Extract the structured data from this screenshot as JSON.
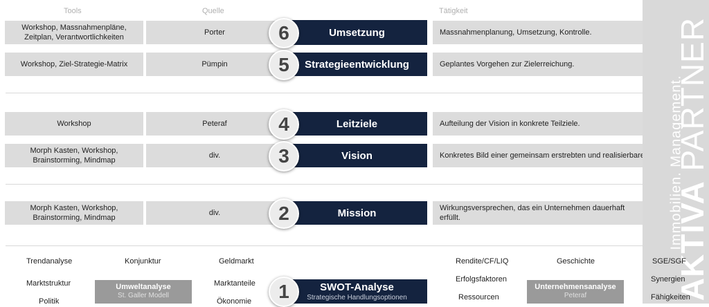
{
  "headers": {
    "tools": "Tools",
    "source": "Quelle",
    "activity": "Tätigkeit"
  },
  "rows": [
    {
      "num": "6",
      "step": "Umsetzung",
      "tools": "Workshop, Massnahmenpläne,\nZeitplan, Verantwortlichkeiten",
      "source": "Porter",
      "activity": "Massnahmenplanung, Umsetzung, Kontrolle."
    },
    {
      "num": "5",
      "step": "Strategieentwicklung",
      "tools": "Workshop, Ziel-Strategie-Matrix",
      "source": "Pümpin",
      "activity": "Geplantes Vorgehen zur Zielerreichung."
    },
    {
      "num": "4",
      "step": "Leitziele",
      "tools": "Workshop",
      "source": "Peteraf",
      "activity": "Aufteilung der Vision in konkrete Teilziele."
    },
    {
      "num": "3",
      "step": "Vision",
      "tools": "Morph Kasten, Workshop,\nBrainstorming, Mindmap",
      "source": "div.",
      "activity": "Konkretes Bild einer gemeinsam erstrebten und realisierbaren Zukunft."
    },
    {
      "num": "2",
      "step": "Mission",
      "tools": "Morph Kasten, Workshop,\nBrainstorming, Mindmap",
      "source": "div.",
      "activity": "Wirkungsversprechen, das ein Unternehmen dauerhaft erfüllt."
    }
  ],
  "swot": {
    "num": "1",
    "title": "SWOT-Analyse",
    "subtitle": "Strategische Handlungsoptionen",
    "environment": {
      "title": "Umweltanalyse",
      "subtitle": "St. Galler Modell"
    },
    "company": {
      "title": "Unternehmensanalyse",
      "subtitle": "Peteraf"
    },
    "left_items": [
      "Trendanalyse",
      "Konjunktur",
      "Geldmarkt",
      "Marktstruktur",
      "Marktanteile",
      "Politik",
      "Ökonomie"
    ],
    "right_items": [
      "Rendite/CF/LIQ",
      "Geschichte",
      "SGE/SGF",
      "Erfolgsfaktoren",
      "Synergien",
      "Ressourcen",
      "Fähigkeiten"
    ]
  },
  "brand": {
    "bold": "AKTIVA",
    "rest": " PARTNER",
    "tagline": "Immobilien. Management."
  },
  "colors": {
    "step_fill": "#14233f",
    "cell_fill": "#dcdcdc",
    "side_fill": "#d9d9d9",
    "analysis_fill": "#9a9a9a"
  }
}
